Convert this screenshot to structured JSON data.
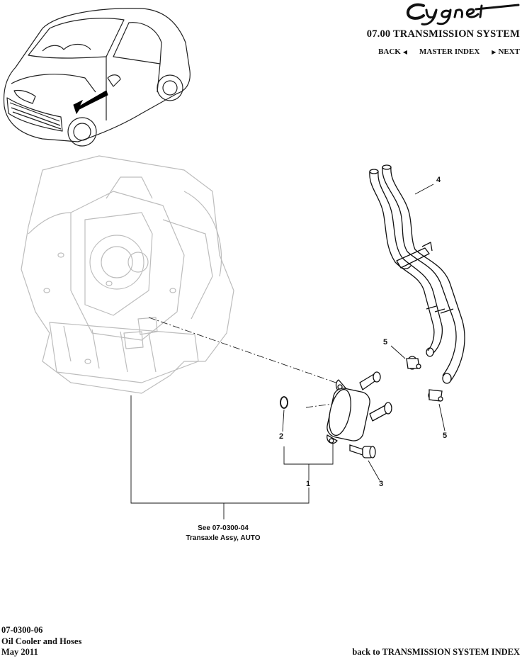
{
  "header": {
    "brand": "Cygnet",
    "section_title": "07.00 TRANSMISSION SYSTEM",
    "nav": {
      "back": "BACK",
      "master_index": "MASTER INDEX",
      "next": "NEXT"
    }
  },
  "diagram": {
    "callouts": {
      "c1": "1",
      "c2": "2",
      "c3": "3",
      "c4": "4",
      "c5a": "5",
      "c5b": "5"
    },
    "reference_line1": "See 07-0300-04",
    "reference_line2": "Transaxle Assy, AUTO"
  },
  "footer": {
    "doc_code": "07-0300-06",
    "doc_title": "Oil Cooler and Hoses",
    "doc_date": "May 2011",
    "back_link": "back to TRANSMISSION SYSTEM INDEX"
  }
}
